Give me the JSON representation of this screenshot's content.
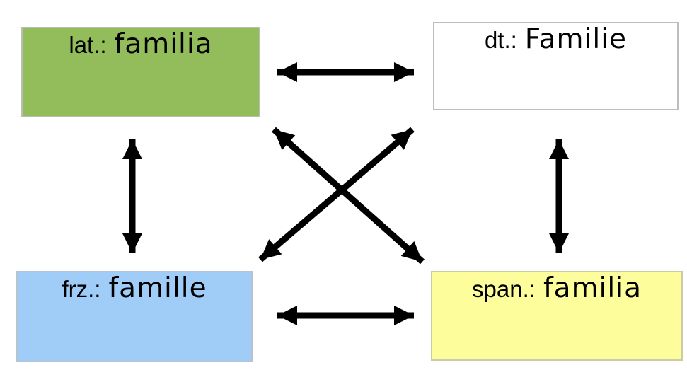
{
  "diagram": {
    "type": "concept-map",
    "background_color": "#ffffff",
    "arrow_color": "#000000",
    "nodes": [
      {
        "id": "lat",
        "prefix": "lat.:",
        "word": "familia",
        "fill_color": "#93BD5B",
        "border_color": "#b9bdb2"
      },
      {
        "id": "dt",
        "prefix": "dt.:",
        "word": "Familie",
        "fill_color": "#ffffff",
        "border_color": "#bdbdbd"
      },
      {
        "id": "frz",
        "prefix": "frz.:",
        "word": "famille",
        "fill_color": "#9FCDF8",
        "border_color": "#b7c3cf"
      },
      {
        "id": "span",
        "prefix": "span.:",
        "word": "familia",
        "fill_color": "#FDFD9C",
        "border_color": "#cccca4"
      }
    ],
    "edges": [
      {
        "from": "lat",
        "to": "dt",
        "arrow": "double"
      },
      {
        "from": "frz",
        "to": "span",
        "arrow": "double"
      },
      {
        "from": "lat",
        "to": "frz",
        "arrow": "double"
      },
      {
        "from": "dt",
        "to": "span",
        "arrow": "double"
      },
      {
        "from": "lat",
        "to": "span",
        "arrow": "double"
      },
      {
        "from": "frz",
        "to": "dt",
        "arrow": "double"
      }
    ]
  }
}
